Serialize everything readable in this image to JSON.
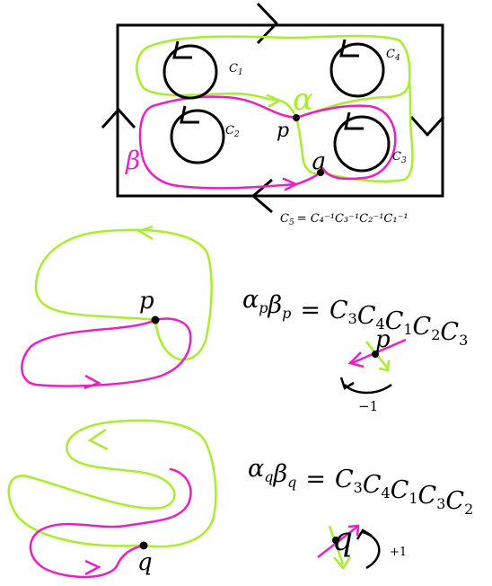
{
  "colors": {
    "green": "#a8ee2c",
    "magenta": "#ee1fc2",
    "black": "#000000"
  },
  "top": {
    "circles": [
      {
        "name": "C",
        "sub": "1"
      },
      {
        "name": "C",
        "sub": "4"
      },
      {
        "name": "C",
        "sub": "2"
      },
      {
        "name": "C",
        "sub": "3"
      }
    ],
    "alpha": "α",
    "beta": "β",
    "p": "p",
    "q": "q",
    "c5": {
      "lhs": "C",
      "lhs_sub": "5",
      "rhs": "= C₄⁻¹C₃⁻¹C₂⁻¹C₁⁻¹"
    }
  },
  "middle": {
    "point": "p",
    "equation": {
      "lhs": [
        {
          "sym": "α",
          "sub": "p"
        },
        {
          "sym": "β",
          "sub": "p"
        }
      ],
      "eq": "=",
      "rhs": [
        {
          "sym": "C",
          "sub": "3"
        },
        {
          "sym": "C",
          "sub": "4"
        },
        {
          "sym": "C",
          "sub": "1"
        },
        {
          "sym": "C",
          "sub": "2"
        },
        {
          "sym": "C",
          "sub": "3"
        }
      ]
    },
    "crossing_label": "p",
    "rotation": "−1"
  },
  "bottom": {
    "point": "q",
    "equation": {
      "lhs": [
        {
          "sym": "α",
          "sub": "q"
        },
        {
          "sym": "β",
          "sub": "q"
        }
      ],
      "eq": "=",
      "rhs": [
        {
          "sym": "C",
          "sub": "3"
        },
        {
          "sym": "C",
          "sub": "4"
        },
        {
          "sym": "C",
          "sub": "1"
        },
        {
          "sym": "C",
          "sub": "3"
        },
        {
          "sym": "C",
          "sub": "2"
        }
      ]
    },
    "crossing_label": "q",
    "rotation": "+1"
  }
}
